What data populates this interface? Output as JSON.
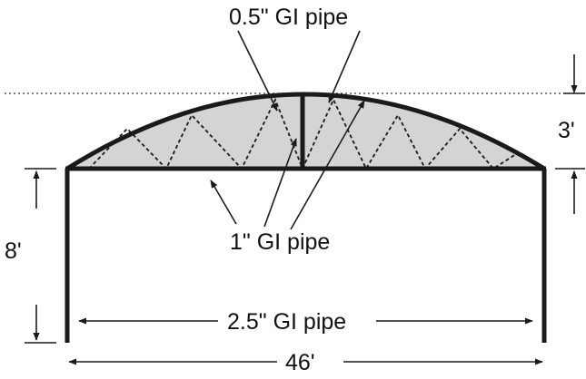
{
  "labels": {
    "top_pipe": "0.5\" GI pipe",
    "middle_pipe": "1\" GI pipe",
    "bottom_pipe": "2.5\" GI pipe",
    "height_3": "3'",
    "height_8": "8'",
    "width_46": "46'"
  },
  "colors": {
    "truss_fill": "#d4d4d4",
    "line": "#1a1a1a"
  }
}
